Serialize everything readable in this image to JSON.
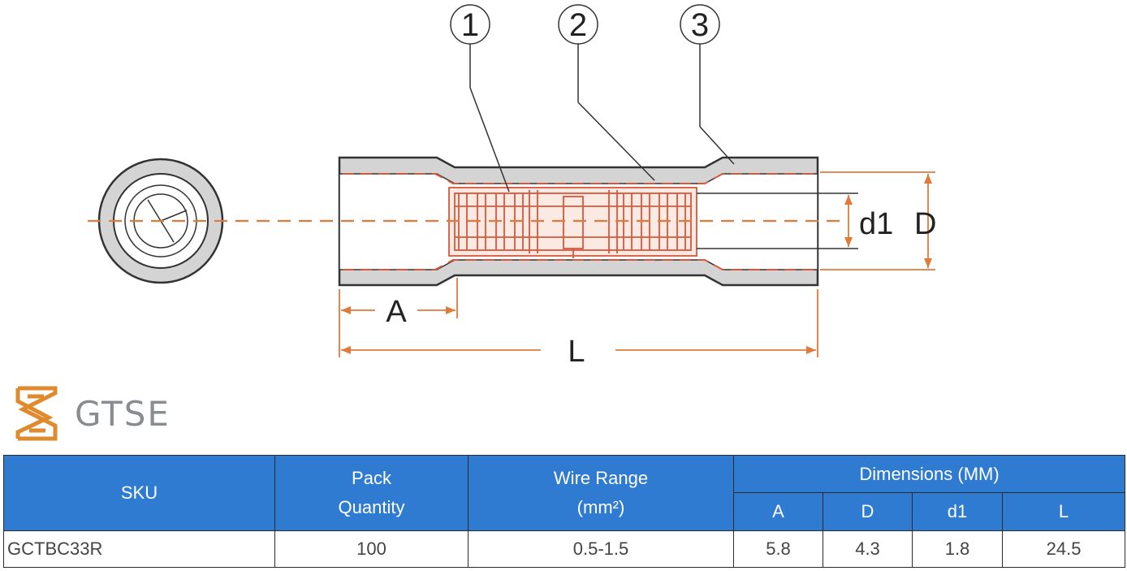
{
  "diagram": {
    "callouts": [
      "1",
      "2",
      "3"
    ],
    "dimension_labels": {
      "A": "A",
      "L": "L",
      "d1": "d1",
      "D": "D"
    },
    "colors": {
      "sleeve": "#d4d4d4",
      "outline": "#333333",
      "barrel": "#d9573a",
      "dimension": "#e07a3a"
    }
  },
  "brand": {
    "name": "GTSE",
    "logo_color": "#e08a2e"
  },
  "table": {
    "header_color": "#2f7bd1",
    "headers": {
      "sku": "SKU",
      "pack_quantity": [
        "Pack",
        "Quantity"
      ],
      "wire_range": [
        "Wire Range",
        "(mm²)"
      ],
      "dimensions_group": "Dimensions (MM)",
      "dimension_cols": [
        "A",
        "D",
        "d1",
        "L"
      ]
    },
    "rows": [
      {
        "sku": "GCTBC33R",
        "pack_quantity": "100",
        "wire_range": "0.5-1.5",
        "A": "5.8",
        "D": "4.3",
        "d1": "1.8",
        "L": "24.5"
      }
    ]
  }
}
